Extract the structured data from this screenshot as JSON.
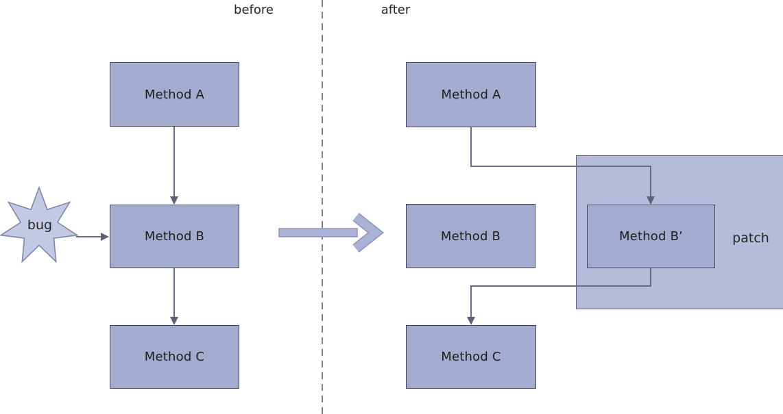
{
  "diagram": {
    "section_labels": {
      "before": "before",
      "after": "after"
    },
    "before": {
      "nodes": [
        {
          "id": "method-a",
          "label": "Method A"
        },
        {
          "id": "method-b",
          "label": "Method B"
        },
        {
          "id": "method-c",
          "label": "Method C"
        }
      ],
      "bug": {
        "label": "bug",
        "shape": "seven-point-star"
      },
      "connections": [
        "Method A -> Method B",
        "Method B -> Method C",
        "bug -> Method B"
      ]
    },
    "after": {
      "nodes": [
        {
          "id": "method-a",
          "label": "Method A"
        },
        {
          "id": "method-b",
          "label": "Method B"
        },
        {
          "id": "method-c",
          "label": "Method C"
        },
        {
          "id": "method-b-prime",
          "label": "Method B’"
        }
      ],
      "patch": {
        "label": "patch"
      },
      "connections": [
        "Method A -> Method B’",
        "Method B’ -> Method C"
      ]
    },
    "transform_arrow": {
      "direction": "left-to-right"
    },
    "colors": {
      "node_fill": "#a3abce",
      "node_border": "#40405e",
      "patch_fill": "#b5bbd8",
      "patch_border": "#5a5e7c",
      "star_fill": "#c3c9e2",
      "star_border": "#7e87ab",
      "connector": "#686b86",
      "arrowhead": "#5d6078",
      "big_arrow_fill": "#a9b1d4",
      "big_arrow_border": "#8d95bc",
      "divider": "#7c8099",
      "text": "#1e1e1e",
      "background": "#ffffff"
    }
  }
}
